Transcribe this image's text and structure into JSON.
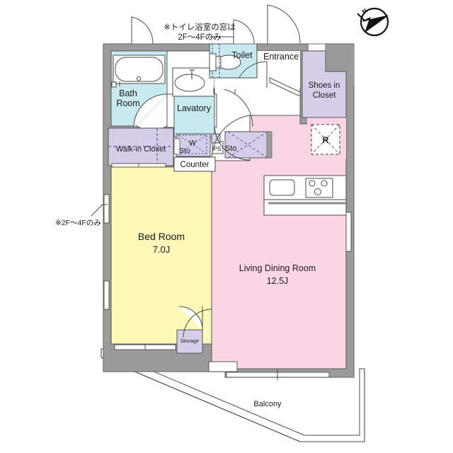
{
  "plan": {
    "title": "Apartment Floor Plan",
    "notes": {
      "top_note_line1": "※トイレ浴室の窓は",
      "top_note_line2": "2F〜4Fのみ",
      "left_note": "※2F〜4Fのみ"
    },
    "compass": {
      "label": "N"
    },
    "colors": {
      "wall": "#9b9b9b",
      "wall_outline": "#6f6f6f",
      "living": "#fad6e4",
      "bedroom": "#fbf8b8",
      "water": "#c8e9f0",
      "closet": "#d6cde8",
      "white": "#ffffff",
      "line": "#4a4a4a",
      "text": "#1a1a1a"
    },
    "rooms": [
      {
        "id": "bath-room",
        "label": "Bath Room",
        "label2": "",
        "fill": "water"
      },
      {
        "id": "lavatory",
        "label": "Lavatory",
        "label2": "",
        "fill": "water"
      },
      {
        "id": "toilet",
        "label": "Toilet",
        "label2": "",
        "fill": "water"
      },
      {
        "id": "entrance",
        "label": "Entrance",
        "label2": "",
        "fill": "white"
      },
      {
        "id": "shoes-in-closet",
        "label": "Shoes in",
        "label2": "Closet",
        "fill": "closet"
      },
      {
        "id": "walk-in-closet",
        "label": "Walk-in Closet",
        "label2": "",
        "fill": "closet"
      },
      {
        "id": "storage-left",
        "label": "Sto",
        "label2": "",
        "fill": "closet"
      },
      {
        "id": "storage-right",
        "label": "Sto",
        "label2": "",
        "fill": "closet"
      },
      {
        "id": "washer",
        "label": "W",
        "label2": "",
        "fill": "closet"
      },
      {
        "id": "pipe-shaft",
        "label": "PS",
        "label2": "",
        "fill": "white"
      },
      {
        "id": "counter",
        "label": "Counter",
        "label2": "",
        "fill": "white"
      },
      {
        "id": "refrigerator",
        "label": "R",
        "label2": "",
        "fill": "living"
      },
      {
        "id": "bed-room",
        "label": "Bed Room",
        "label2": "7.0J",
        "fill": "bedroom"
      },
      {
        "id": "living-dining",
        "label": "Living Dining Room",
        "label2": "12.5J",
        "fill": "living"
      },
      {
        "id": "storage-bottom",
        "label": "Storage",
        "label2": "",
        "fill": "closet"
      },
      {
        "id": "balcony",
        "label": "Balcony",
        "label2": "",
        "fill": "white"
      }
    ],
    "labels": {
      "bath_room_l1": "Bath",
      "bath_room_l2": "Room",
      "lavatory": "Lavatory",
      "toilet": "Toilet",
      "entrance": "Entrance",
      "shoes_l1": "Shoes in",
      "shoes_l2": "Closet",
      "walk_in_closet": "Walk-in Closet",
      "sto_left": "Sto",
      "sto_right": "Sto",
      "washer": "W",
      "ps": "PS",
      "counter": "Counter",
      "refrigerator": "R",
      "bed_room": "Bed Room",
      "bed_room_size": "7.0J",
      "living_dining": "Living Dining Room",
      "living_dining_size": "12.5J",
      "storage_bottom": "Storage",
      "balcony": "Balcony"
    }
  }
}
